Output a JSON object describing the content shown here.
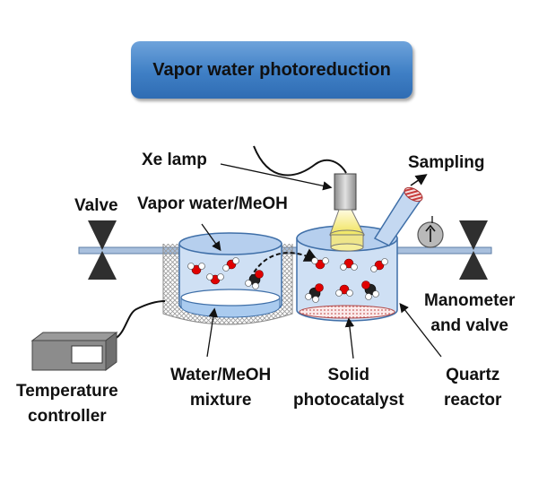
{
  "title": "Vapor water photoreduction",
  "labels": {
    "xe_lamp": "Xe lamp",
    "sampling": "Sampling",
    "valve": "Valve",
    "vapor": "Vapor water/MeOH",
    "manometer_line1": "Manometer",
    "manometer_line2": "and valve",
    "temperature_line1": "Temperature",
    "temperature_line2": "controller",
    "mixture_line1": "Water/MeOH",
    "mixture_line2": "mixture",
    "solid_line1": "Solid",
    "solid_line2": "photocatalyst",
    "quartz_line1": "Quartz",
    "quartz_line2": "reactor"
  },
  "colors": {
    "title_fill": "#3f7fc5",
    "vessel_fill": "#c9dcf3",
    "liquid_fill": "#bcd8f6",
    "pipe": "#9fb8d6",
    "valve": "#2f2f2f",
    "oxygen": "#d40000"
  },
  "icons": [
    "valve-icon",
    "xe-lamp-icon",
    "manometer-icon",
    "molecule-icon",
    "temperature-controller-icon"
  ]
}
